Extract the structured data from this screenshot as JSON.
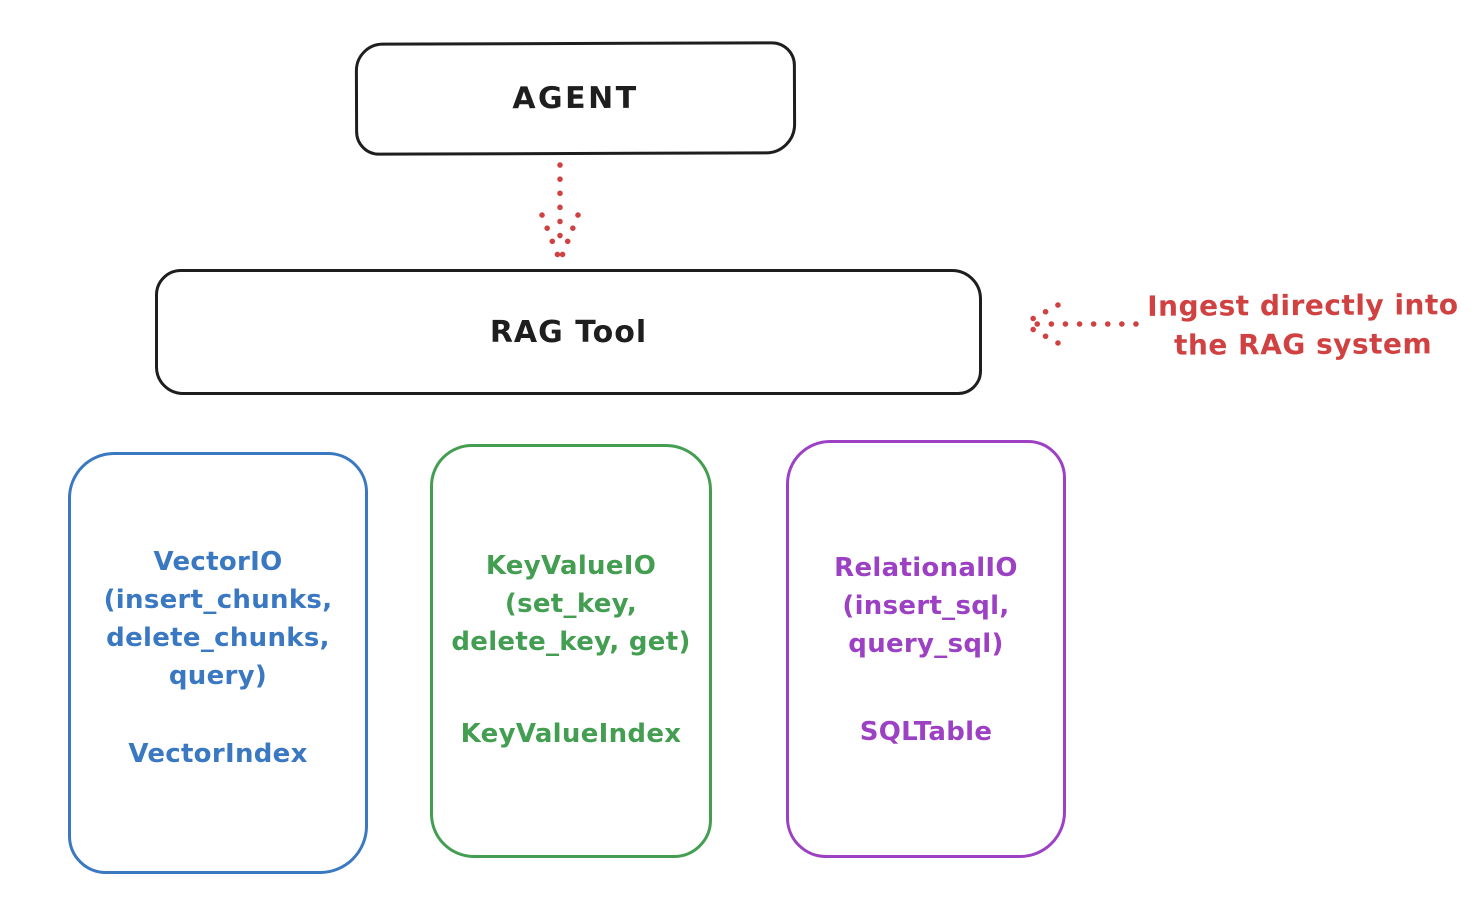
{
  "agent_box": {
    "label": "AGENT"
  },
  "rag_box": {
    "label": "RAG Tool"
  },
  "annotation": {
    "line1": "Ingest directly into",
    "line2": "the RAG system"
  },
  "arrows": [
    {
      "name": "agent-to-rag-tool",
      "style": "dotted",
      "direction": "down",
      "color": "#d04242"
    },
    {
      "name": "annotation-to-rag-tool",
      "style": "dotted",
      "direction": "left",
      "color": "#d04242"
    }
  ],
  "stores": [
    {
      "name": "VectorIO",
      "color": "#3a78c2",
      "lines": [
        "VectorIO",
        "(insert_chunks,",
        "delete_chunks,",
        "query)"
      ],
      "index": "VectorIndex"
    },
    {
      "name": "KeyValueIO",
      "color": "#449e52",
      "lines": [
        "KeyValueIO",
        "(set_key,",
        "delete_key, get)"
      ],
      "index": "KeyValueIndex"
    },
    {
      "name": "RelationalIO",
      "color": "#9c41c4",
      "lines": [
        "RelationalIO",
        "(insert_sql,",
        "query_sql)"
      ],
      "index": "SQLTable"
    }
  ],
  "colors": {
    "stroke_black": "#1e1e1e",
    "accent_red": "#d04242",
    "vector_blue": "#3a78c2",
    "keyvalue_green": "#449e52",
    "relational_purple": "#9c41c4",
    "background": "#ffffff"
  }
}
